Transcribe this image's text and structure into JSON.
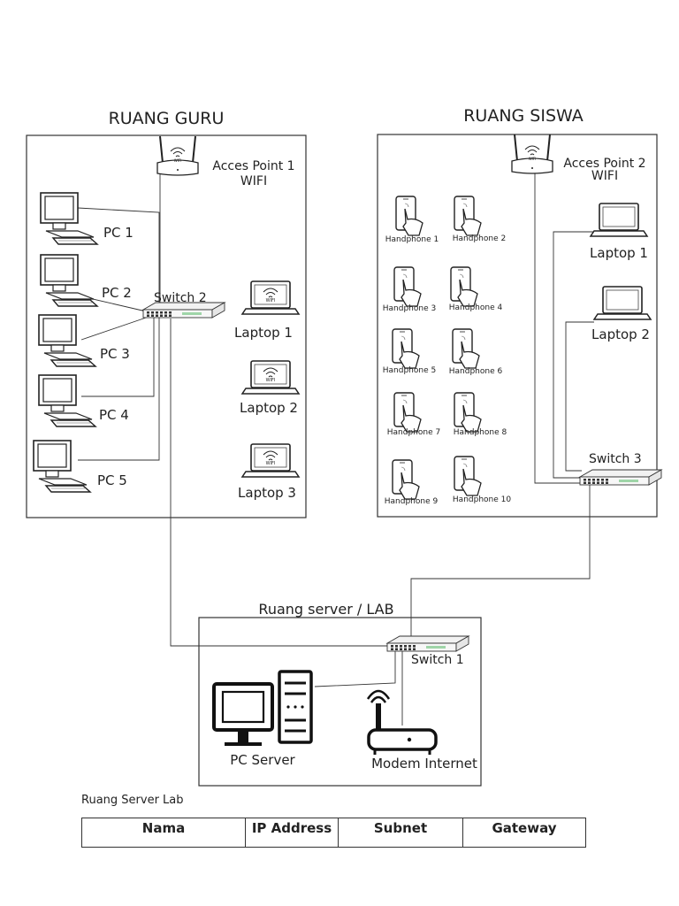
{
  "rooms": {
    "guru": {
      "title": "RUANG GURU"
    },
    "siswa": {
      "title": "RUANG SISWA"
    },
    "server": {
      "title": "Ruang server / LAB"
    }
  },
  "guru": {
    "access_point": {
      "line1": "Acces Point 1",
      "line2": "WIFI",
      "badge": "WIFI"
    },
    "switch": "Switch 2",
    "pcs": [
      "PC 1",
      "PC 2",
      "PC 3",
      "PC 4",
      "PC 5"
    ],
    "laptops": [
      "Laptop 1",
      "Laptop 2",
      "Laptop 3"
    ],
    "laptop_badge": "WIFI"
  },
  "siswa": {
    "access_point": {
      "line1": "Acces Point 2",
      "line2": "WIFI",
      "badge": "WIFI"
    },
    "switch": "Switch 3",
    "phones": [
      "Handphone 1",
      "Handphone 2",
      "Handphone 3",
      "Handphone 4",
      "Handphone 5",
      "Handphone 6",
      "Handphone 7",
      "Handphone 8",
      "Handphone 9",
      "Handphone 10"
    ],
    "laptops": [
      "Laptop 1",
      "Laptop 2"
    ]
  },
  "server": {
    "switch": "Switch 1",
    "pc_server": "PC Server",
    "modem": "Modem Internet"
  },
  "table": {
    "caption": "Ruang Server Lab",
    "headers": [
      "Nama",
      "IP Address",
      "Subnet",
      "Gateway"
    ]
  }
}
